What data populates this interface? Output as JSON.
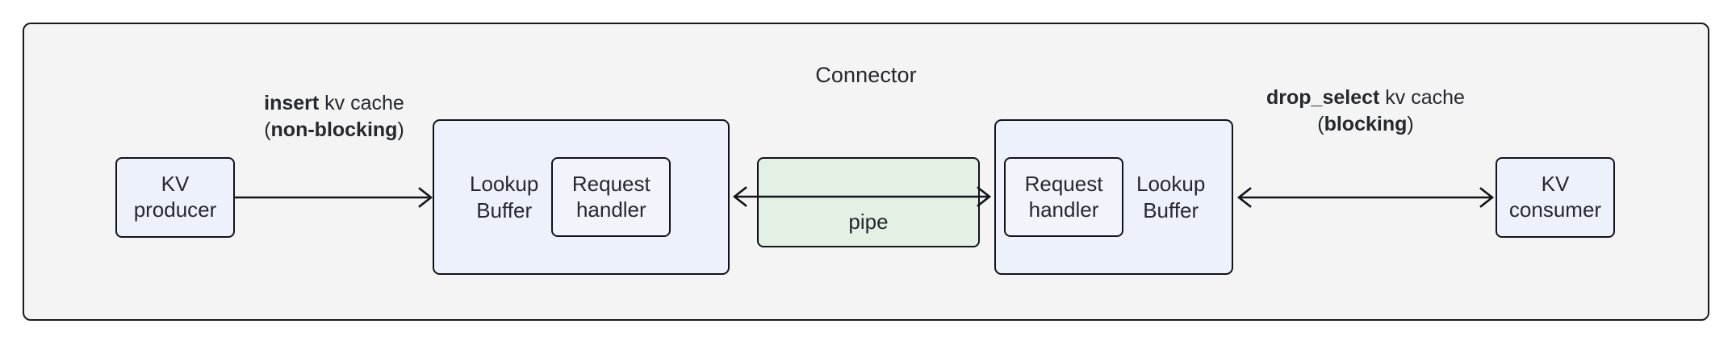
{
  "diagram": {
    "title": "Connector",
    "colors": {
      "frame_bg": "#f4f4f4",
      "frame_border": "#1a1a1a",
      "node_bg": "#edf1fc",
      "pipe_bg": "#e3f1e4",
      "text": "#26282e",
      "arrow": "#12131a"
    }
  },
  "nodes": {
    "kv_producer": "KV\nproducer",
    "kv_consumer": "KV\nconsumer",
    "lookup_buffer_left": "Lookup\nBuffer",
    "lookup_buffer_right": "Lookup\nBuffer",
    "request_handler_left": "Request\nhandler",
    "request_handler_right": "Request\nhandler",
    "pipe": "pipe"
  },
  "edges": {
    "insert": {
      "op": "insert",
      "tail": " kv cache",
      "mode_open": "(",
      "mode": "non-blocking",
      "mode_close": ")",
      "direction": "right"
    },
    "drop_select": {
      "op": "drop_select",
      "tail": " kv cache",
      "mode_open": "(",
      "mode": "blocking",
      "mode_close": ")",
      "direction": "bidirectional"
    },
    "pipe_edge": {
      "direction": "bidirectional"
    }
  }
}
